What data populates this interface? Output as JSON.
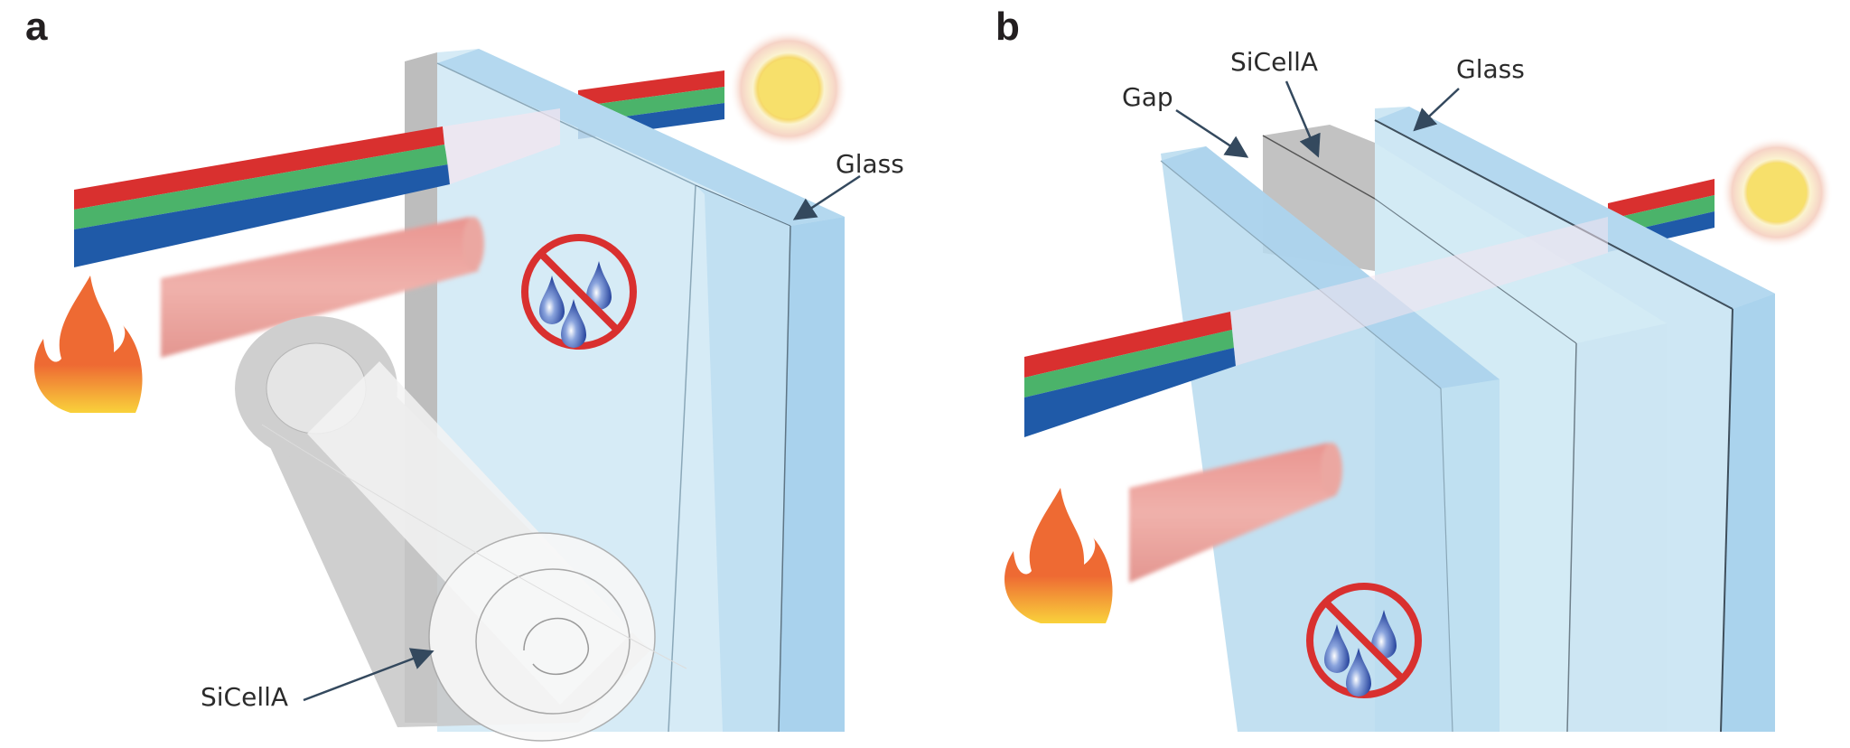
{
  "figure": {
    "panels": [
      {
        "letter": "a",
        "description": "Flexible SiCellA film rolled onto glass pane; blocks heat (IR) and water while transmitting visible light",
        "labels": {
          "glass": "Glass",
          "sicella": "SiCellA"
        },
        "icons": [
          "sun-icon",
          "flame-icon",
          "no-water-icon",
          "visible-light-beam",
          "infrared-beam"
        ]
      },
      {
        "letter": "b",
        "description": "Multi-layer window: glass, gap, SiCellA, glass; blocks heat and water while transmitting visible light",
        "labels": {
          "gap": "Gap",
          "sicella": "SiCellA",
          "glass": "Glass"
        },
        "icons": [
          "sun-icon",
          "flame-icon",
          "no-water-icon",
          "visible-light-beam",
          "infrared-beam"
        ]
      }
    ],
    "colors": {
      "glass": "#b9dcf0",
      "glass_edge": "#9ccbe8",
      "sicella_gray": "#c4c4c4",
      "beam_red": "#d9302f",
      "beam_green": "#4bb36a",
      "beam_blue": "#1f5aa8",
      "ir_beam": "#e8a3a0",
      "sun": "#f7e26b",
      "flame": "#ee6a33",
      "prohibit_red": "#d9302f",
      "drop_blue": "#2d4fa8"
    }
  }
}
